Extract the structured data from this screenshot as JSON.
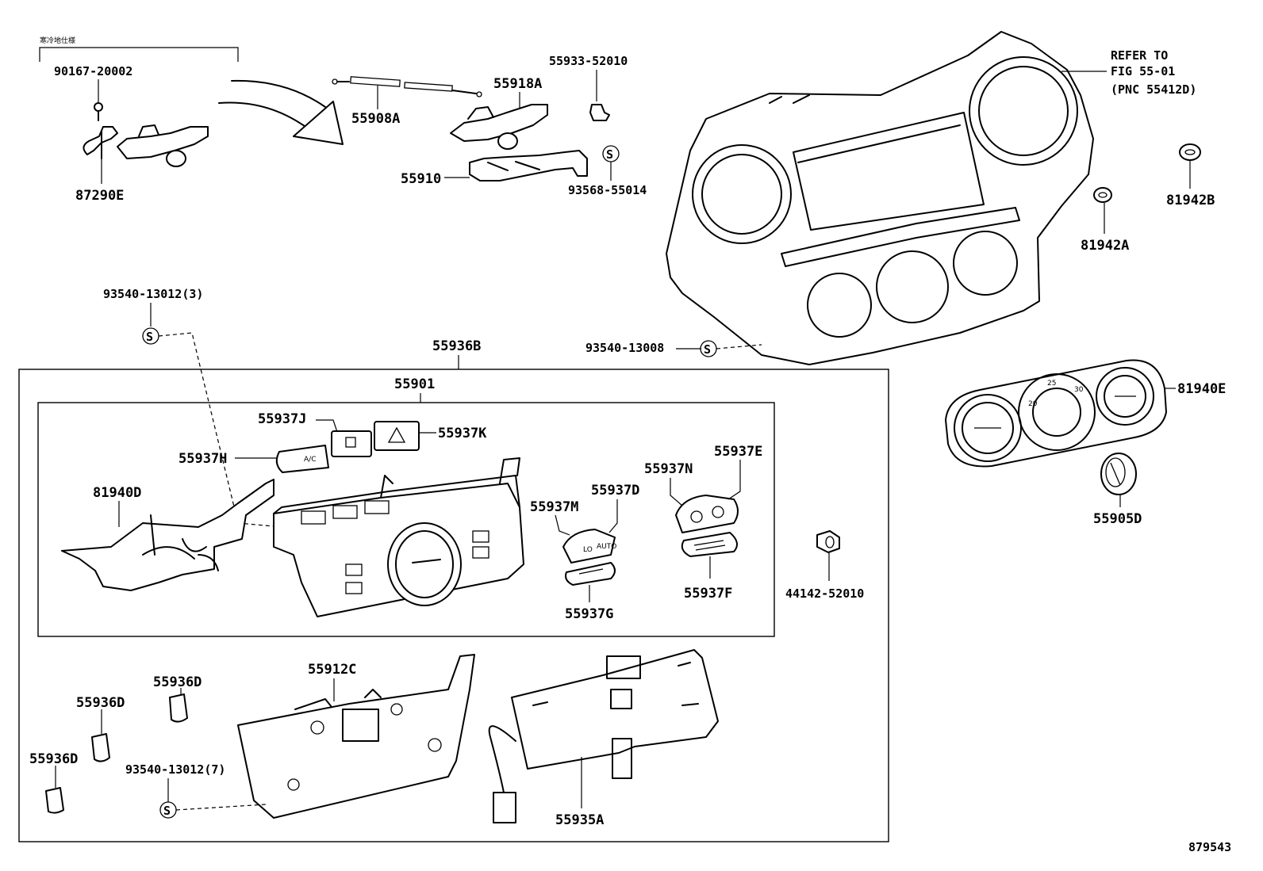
{
  "note_top": "寒冷地仕様",
  "parts": {
    "p90167": "90167-20002",
    "p87290E": "87290E",
    "p55908A": "55908A",
    "p55918A": "55918A",
    "p55933": "55933-52010",
    "p55910": "55910",
    "p93568": "93568-55014",
    "p93540_3": "93540-13012(3)",
    "p55936B": "55936B",
    "p93540_13008": "93540-13008",
    "p55901": "55901",
    "p55937J": "55937J",
    "p55937K": "55937K",
    "p55937H": "55937H",
    "p81940D": "81940D",
    "p55937M": "55937M",
    "p55937D": "55937D",
    "p55937N": "55937N",
    "p55937E": "55937E",
    "p55937F": "55937F",
    "p55937G": "55937G",
    "p44142": "44142-52010",
    "p81940E": "81940E",
    "p55905D": "55905D",
    "p81942A": "81942A",
    "p81942B": "81942B",
    "p55912C": "55912C",
    "p55936D_a": "55936D",
    "p55936D_b": "55936D",
    "p55936D_c": "55936D",
    "p93540_7": "93540-13012(7)",
    "p55935A": "55935A"
  },
  "refer": {
    "line1": "REFER TO",
    "line2": "FIG 55-01",
    "line3": "(PNC 55412D)"
  },
  "s_marker": "S",
  "button_text": {
    "ac": "A/C",
    "auto": "AUTO",
    "lo": "LO"
  },
  "dial_ticks": [
    "20",
    "25",
    "30"
  ],
  "figure_id": "879543"
}
